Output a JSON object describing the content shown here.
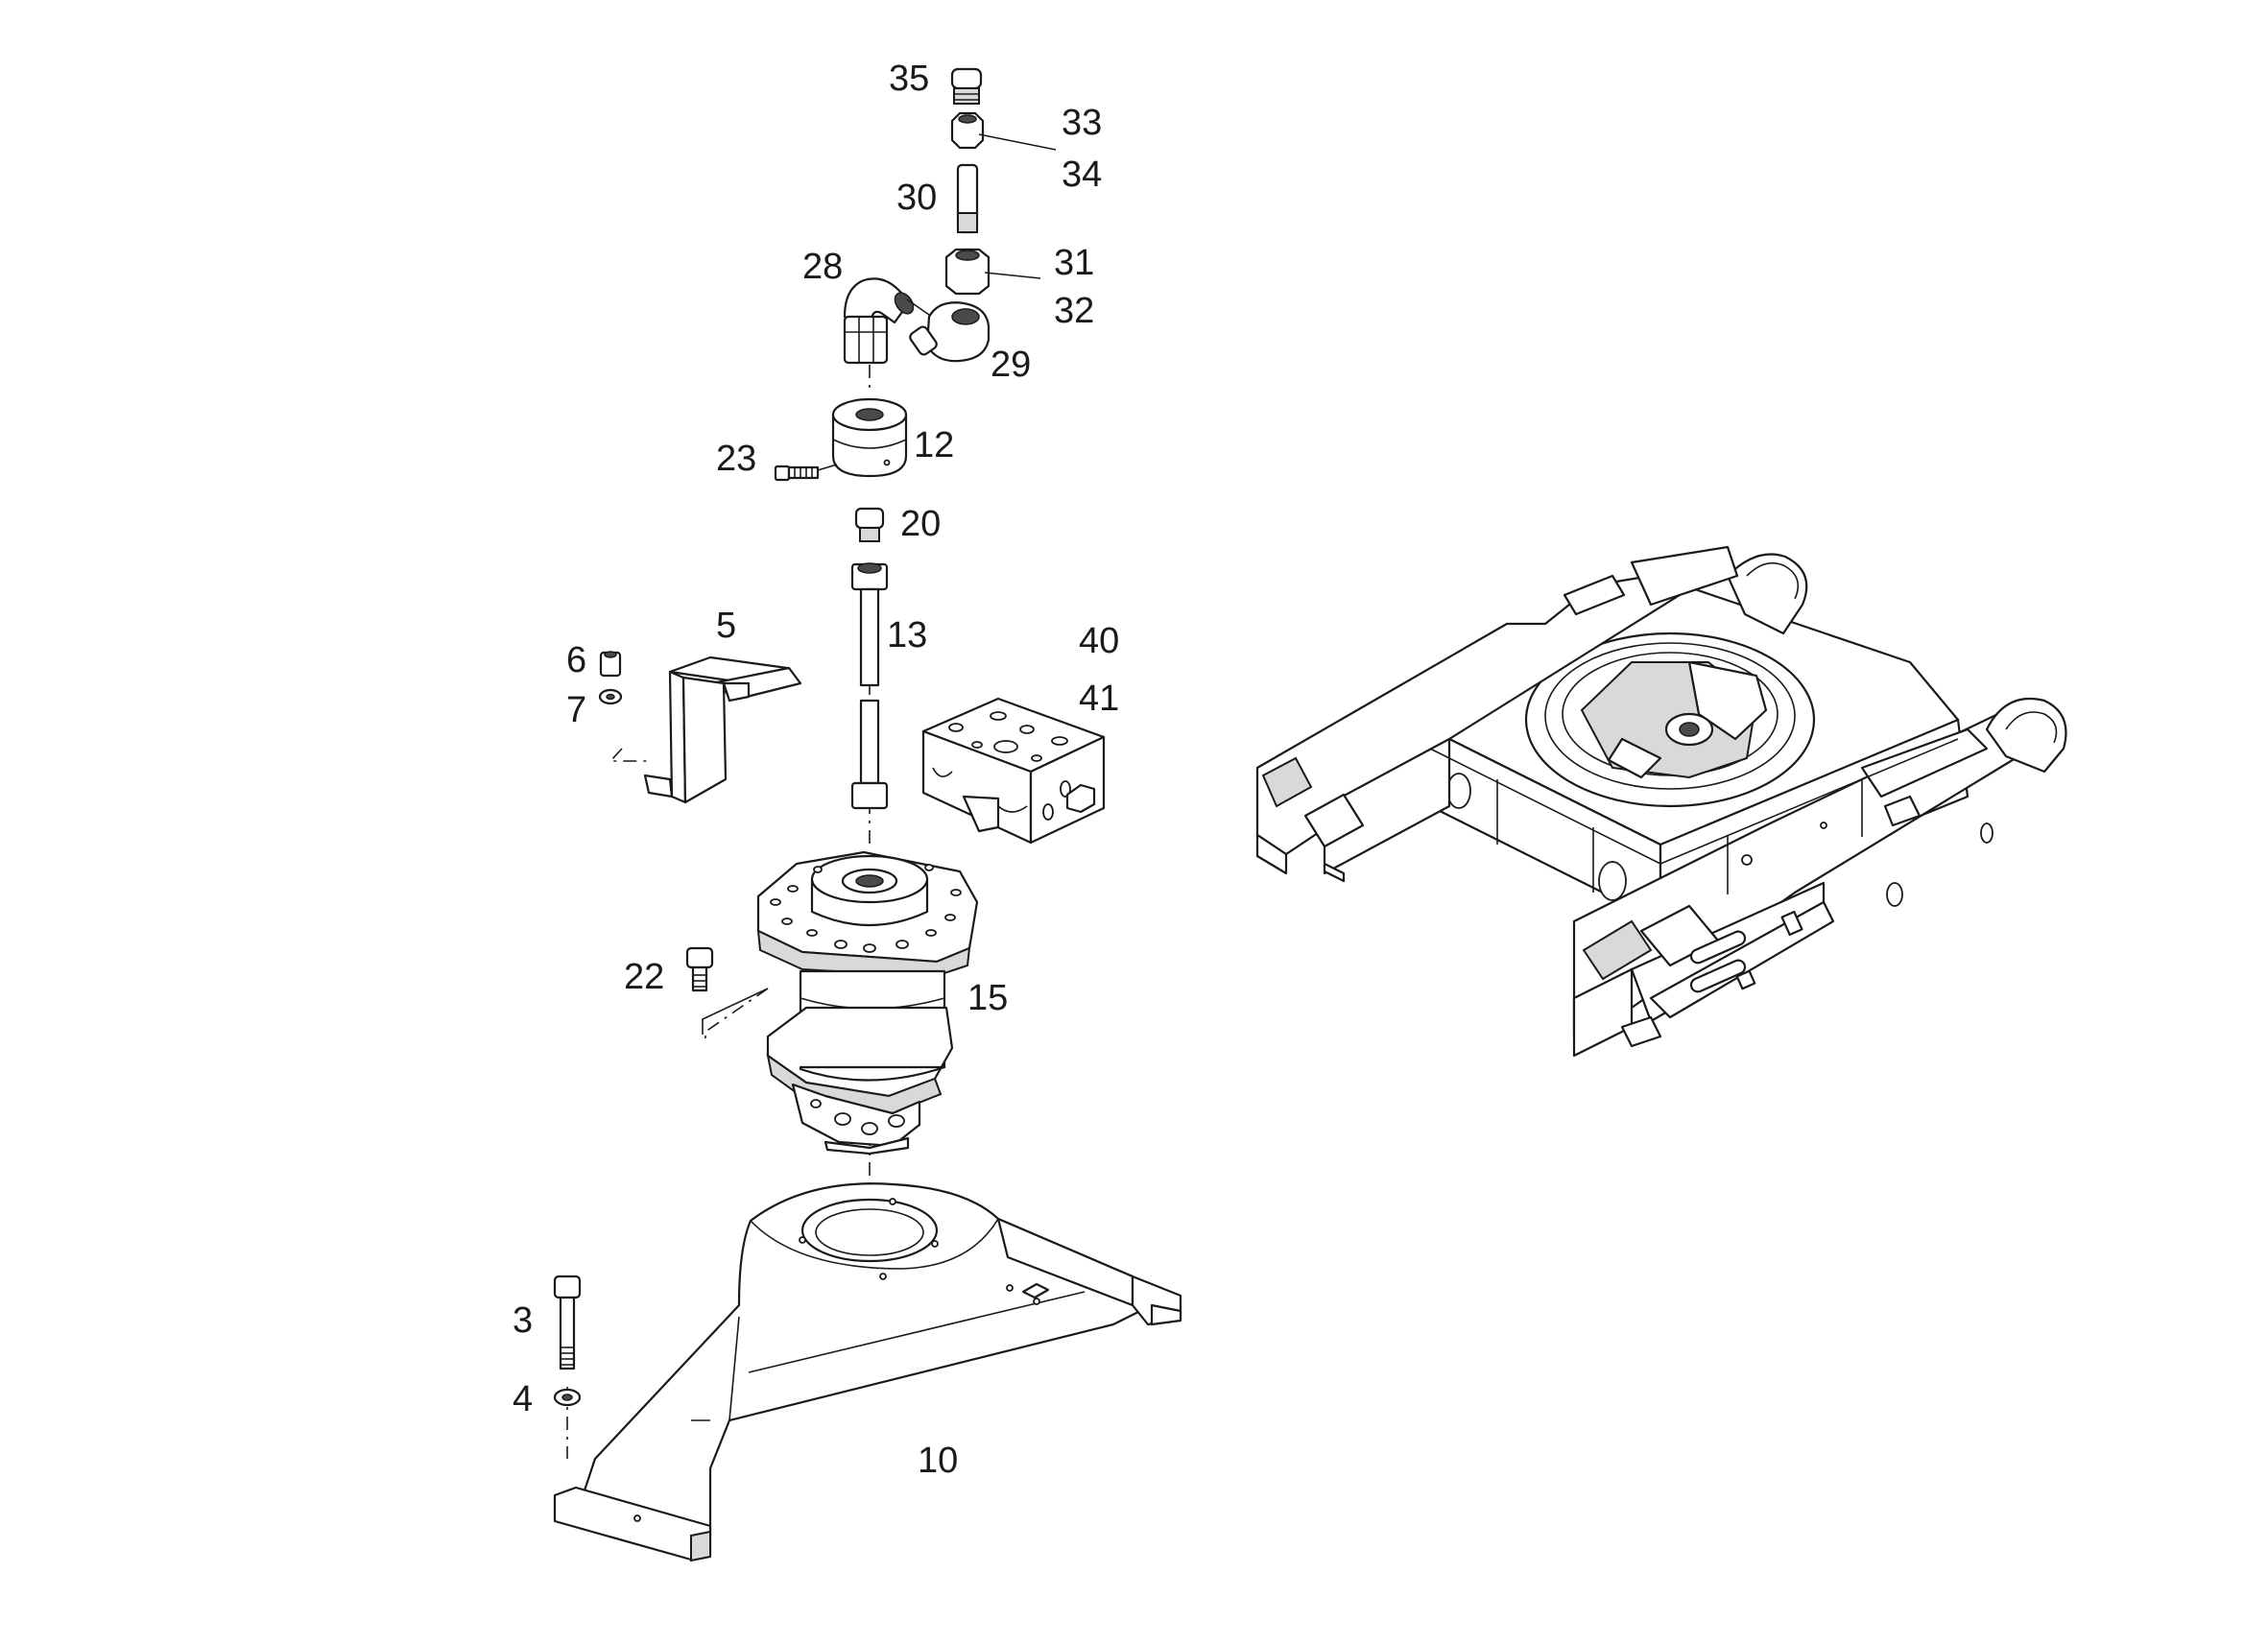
{
  "diagram": {
    "callouts": {
      "p35": "35",
      "p33": "33",
      "p34": "34",
      "p30": "30",
      "p28": "28",
      "p31": "31",
      "p32": "32",
      "p29": "29",
      "p23": "23",
      "p12": "12",
      "p20": "20",
      "p13": "13",
      "p5": "5",
      "p6": "6",
      "p7": "7",
      "p40": "40",
      "p41": "41",
      "p22": "22",
      "p15": "15",
      "p3": "3",
      "p4": "4",
      "p10": "10"
    }
  }
}
